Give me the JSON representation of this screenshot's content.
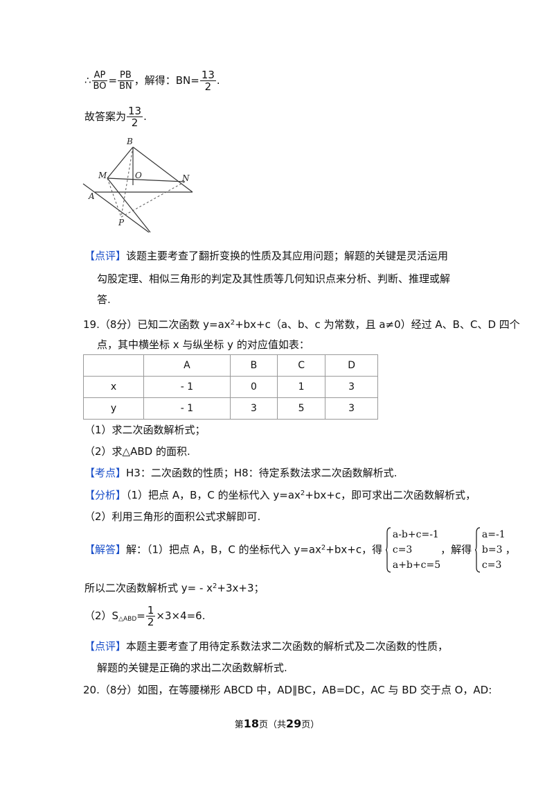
{
  "top": {
    "therefore": "∴",
    "frac1_num": "AP",
    "frac1_den": "BO",
    "eq": "=",
    "frac2_num": "PB",
    "frac2_den": "BN",
    "solve_text": "，解得：BN=",
    "frac3_num": "13",
    "frac3_den": "2",
    "period": "."
  },
  "answer": {
    "text": "故答案为",
    "frac_num": "13",
    "frac_den": "2",
    "period": "."
  },
  "figure": {
    "labels": {
      "B": "B",
      "O": "O",
      "M": "M",
      "N": "N",
      "A": "A",
      "P": "P"
    }
  },
  "comment1": {
    "tag": "【点评】",
    "line1": "该题主要考查了翻折变换的性质及其应用问题；解题的关键是灵活运用",
    "line2": "勾股定理、相似三角形的判定及其性质等几何知识点来分析、判断、推理或解",
    "line3": "答."
  },
  "q19": {
    "line1_a": "19.（8分）已知二次函数 y=ax",
    "line1_b": "+bx+c（a、b、c 为常数，且 a≠0）经过 A、B、C、D 四个",
    "line2": "点，其中横坐标 x 与纵坐标 y 的对应值如表：",
    "sup2": "2"
  },
  "table": {
    "header": [
      "",
      "A",
      "B",
      "C",
      "D"
    ],
    "rows": [
      [
        "x",
        "- 1",
        "0",
        "1",
        "3"
      ],
      [
        "y",
        "- 1",
        "3",
        "5",
        "3"
      ]
    ]
  },
  "sub1": "（1）求二次函数解析式；",
  "sub2": "（2）求△ABD 的面积.",
  "kaodian": {
    "tag": "【考点】",
    "text": "H3：二次函数的性质；H8：待定系数法求二次函数解析式."
  },
  "fenxi": {
    "tag": "【分析】",
    "line1_a": "（1）把点 A，B，C 的坐标代入 y=ax",
    "line1_b": "+bx+c，即可求出二次函数解析式，",
    "line2": "（2）利用三角形的面积公式求解即可."
  },
  "jieda": {
    "tag": "【解答】",
    "text_a": "解：（1）把点 A，B，C 的坐标代入 y=ax",
    "text_b": "+bx+c，得",
    "system1": [
      "a-b+c=-1",
      "c=3",
      "a+b+c=5"
    ],
    "mid": "，解得",
    "system2": [
      "a=-1",
      "b=3",
      "c=3"
    ],
    "end": "，",
    "result_a": "所以二次函数解析式 y= - x",
    "result_b": "+3x+3；",
    "area_a": "（2）S",
    "area_sub": "△ABD",
    "area_eq": "=",
    "area_frac_num": "1",
    "area_frac_den": "2",
    "area_b": "×3×4=6."
  },
  "comment2": {
    "tag": "【点评】",
    "line1": "本题主要考查了用待定系数法求二次函数的解析式及二次函数的性质，",
    "line2": "解题的关键是正确的求出二次函数解析式."
  },
  "q20": "20.（8分）如图，在等腰梯形 ABCD 中，AD∥BC，AB=DC，AC 与 BD 交于点 O，AD:",
  "footer": {
    "pre": "第",
    "page": "18",
    "mid": "页（共",
    "total": "29",
    "post": "页）"
  }
}
